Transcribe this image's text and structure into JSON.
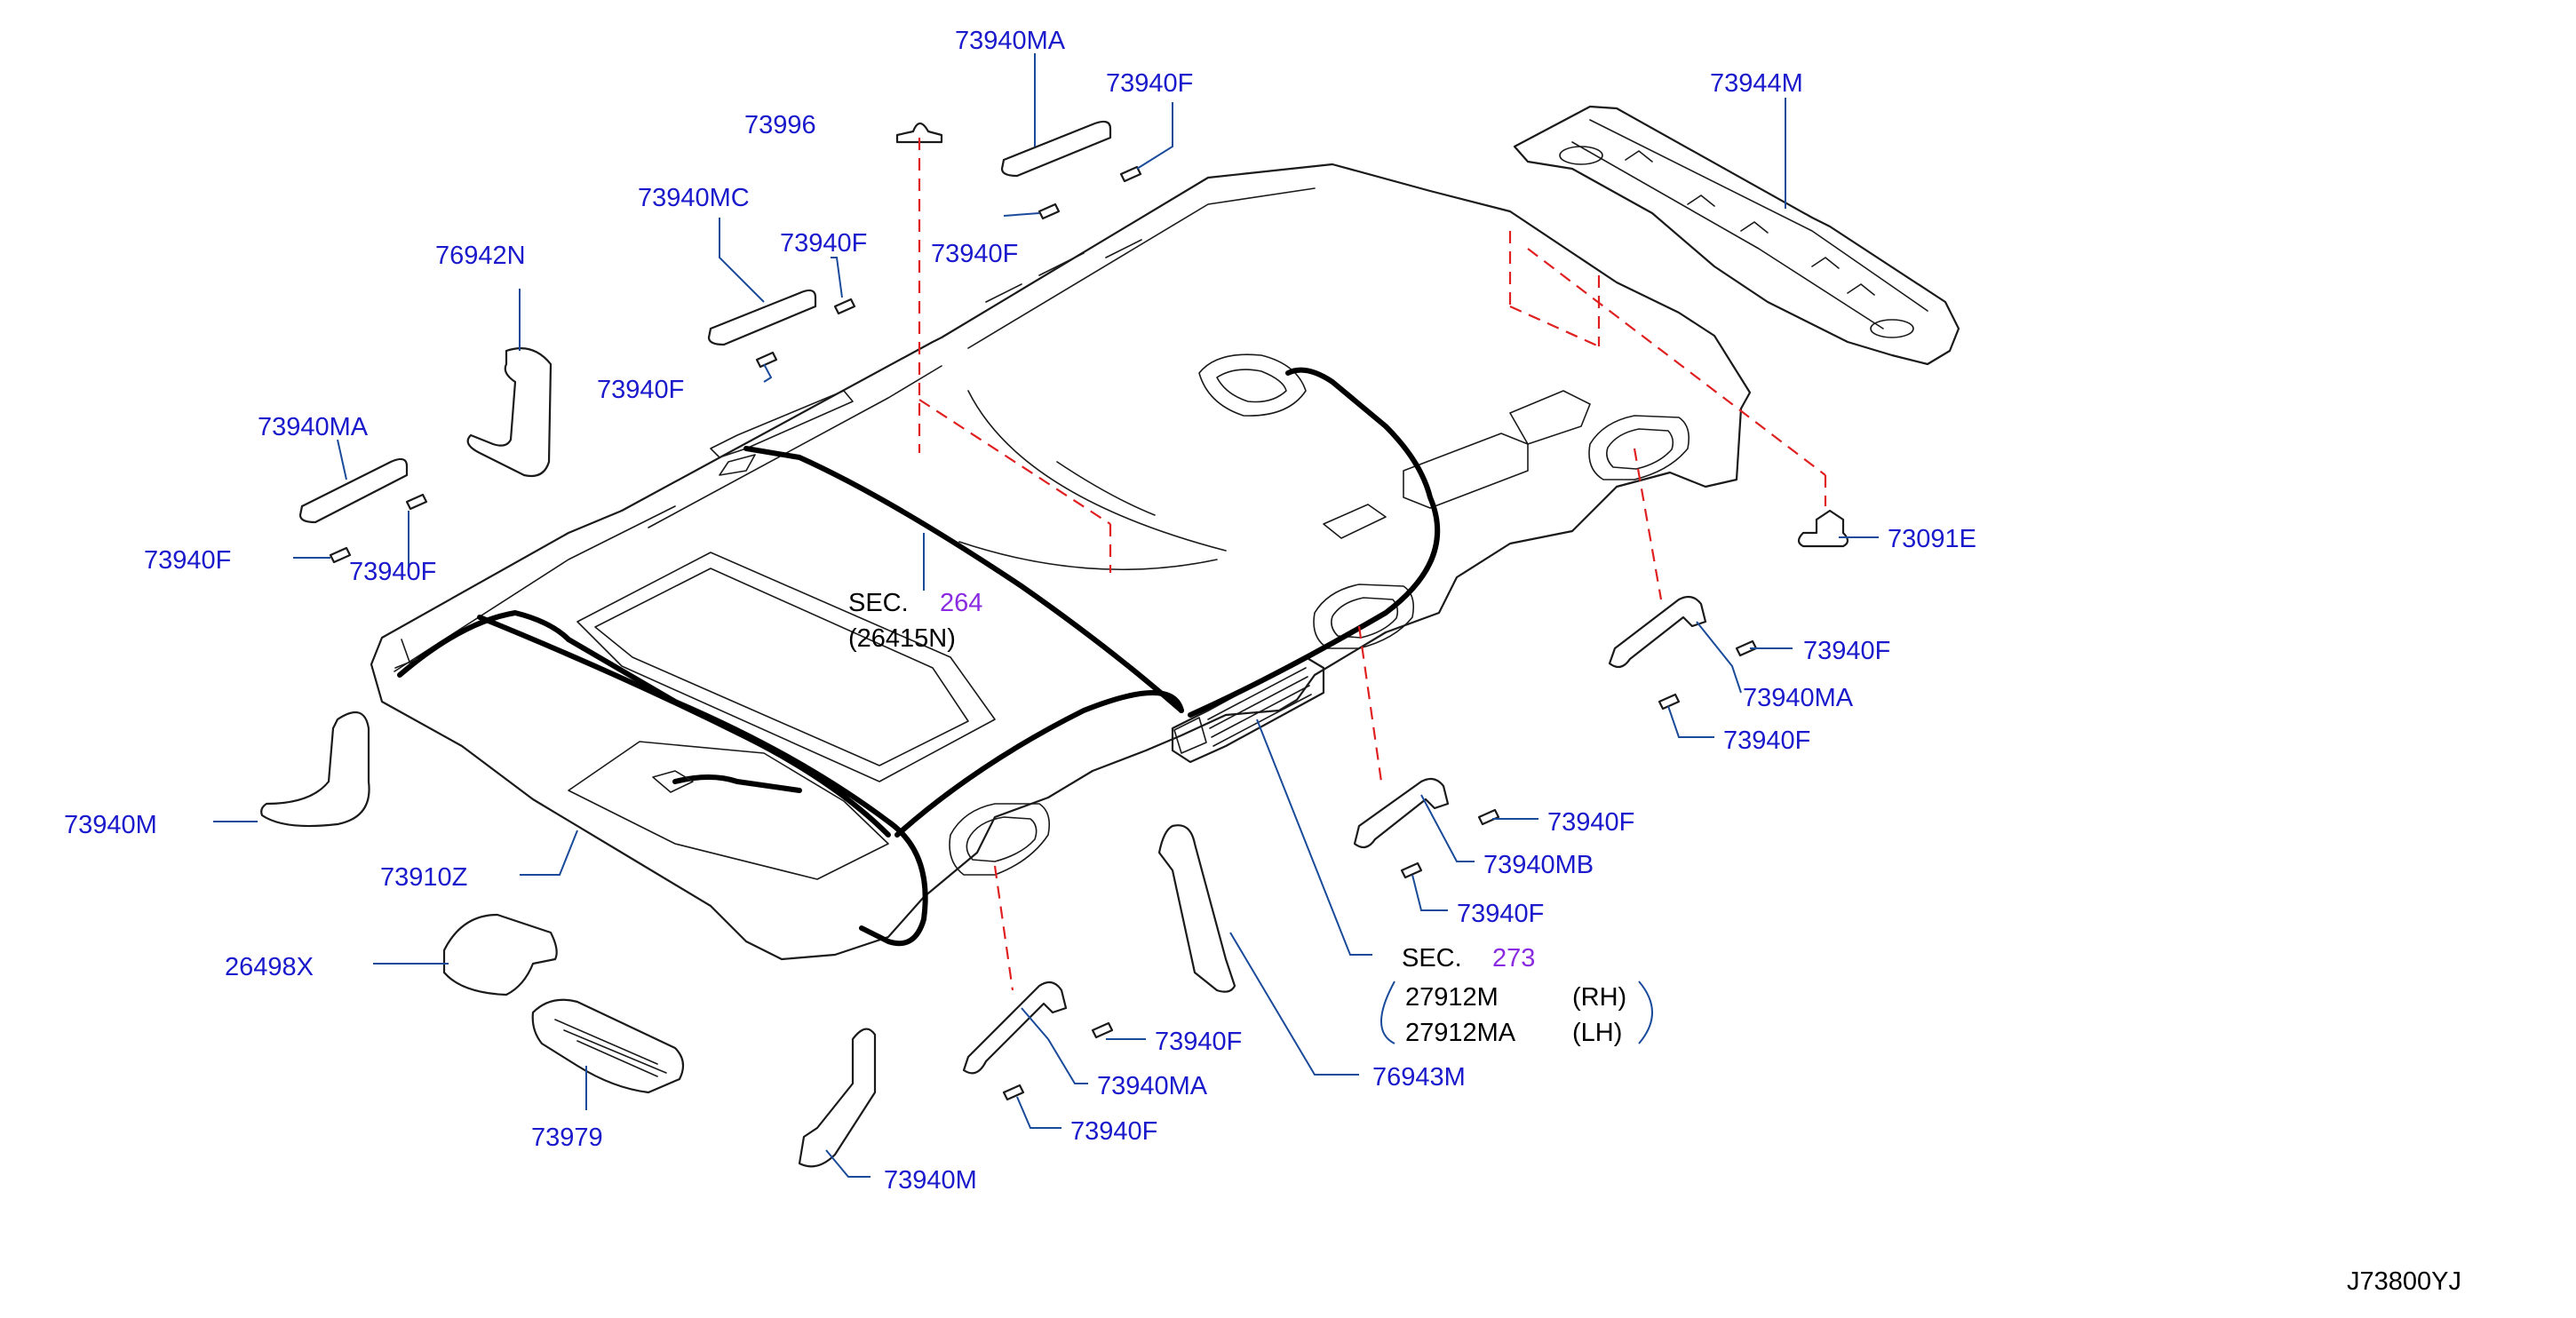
{
  "labels": {
    "p73940MA_top": "73940MA",
    "p73940F_top": "73940F",
    "p73996": "73996",
    "p73940F_top2": "73940F",
    "p73940MC": "73940MC",
    "p73940F_mc1": "73940F",
    "p76942N": "76942N",
    "p73940F_mc2": "73940F",
    "p73940MA_left": "73940MA",
    "p73940F_left1": "73940F",
    "p73940F_left2": "73940F",
    "p73944M": "73944M",
    "p73091E": "73091E",
    "p73940F_r1": "73940F",
    "p73940MA_r": "73940MA",
    "p73940F_r2": "73940F",
    "p73940F_mb1": "73940F",
    "p73940MB": "73940MB",
    "p73940F_mb2": "73940F",
    "p73940M_left": "73940M",
    "p73910Z": "73910Z",
    "p26498X": "26498X",
    "p73979": "73979",
    "p73940F_b1": "73940F",
    "p73940MA_b": "73940MA",
    "p73940F_b2": "73940F",
    "p73940M_bottom": "73940M",
    "p76943M": "76943M"
  },
  "sec264": {
    "prefix": "SEC.",
    "number": "264",
    "part": "(26415N)"
  },
  "sec273": {
    "prefix": "SEC.",
    "number": "273",
    "rh_part": "27912M",
    "rh_side": "(RH)",
    "lh_part": "27912MA",
    "lh_side": "(LH)"
  },
  "diagram_code": "J73800YJ",
  "colors": {
    "label": "#1a1acc",
    "section_number": "#8a2be2",
    "leader": "#1a4a9a",
    "dashed": "#e02020"
  }
}
